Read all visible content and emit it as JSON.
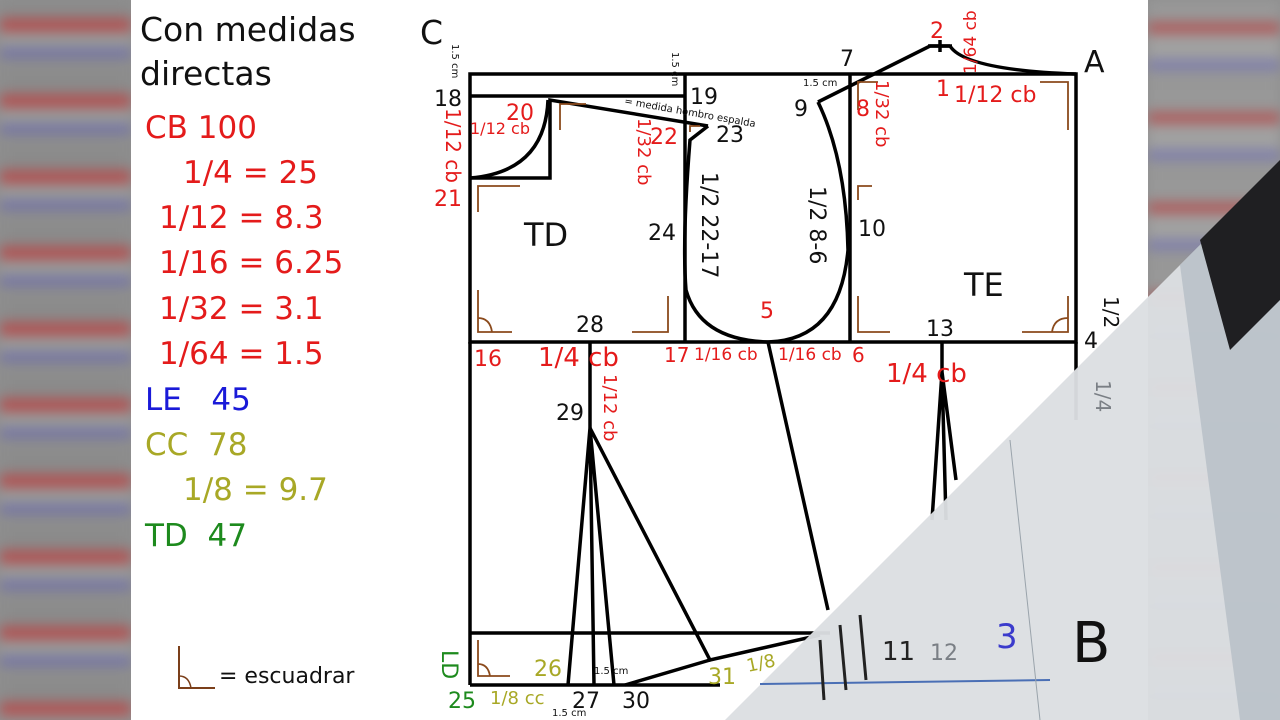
{
  "legend": {
    "title_line1": "Con medidas",
    "title_line2": "directas",
    "cb": "CB 100",
    "q4": "1/4 = 25",
    "q12": "1/12 = 8.3",
    "q16": "1/16 = 6.25",
    "q32": "1/32 = 3.1",
    "q64": "1/64 = 1.5",
    "le": "LE   45",
    "cc": "CC  78",
    "q8": "1/8 = 9.7",
    "td": "TD  47",
    "escuadrar": "= escuadrar"
  },
  "pattern": {
    "C": "C",
    "A": "A",
    "B": "B",
    "LD": "LD",
    "p18": "18",
    "p19": "19",
    "p20": "20",
    "p21": "21",
    "p22": "22",
    "p23": "23",
    "p24": "24",
    "p25": "25",
    "p26": "26",
    "p27": "27",
    "p28": "28",
    "p29": "29",
    "p30": "30",
    "p31": "31",
    "p1": "1",
    "p2": "2",
    "p4": "4",
    "p5": "5",
    "p6": "6",
    "p7": "7",
    "p8": "8",
    "p9": "9",
    "p10": "10",
    "p13": "13",
    "p16": "16",
    "p17": "17",
    "p3": "3",
    "p11": "11",
    "p12": "12",
    "TD": "TD",
    "TE": "TE",
    "cm15": "1.5 cm",
    "f12cb": "1/12 cb",
    "f32cb": "1/32 cb",
    "f64cb": "1/64 cb",
    "f4cb": "1/4 cb",
    "f16cb": "1/16 cb",
    "f8cc": "1/8 cc",
    "f18": "1/8",
    "half2217": "1/2 22-17",
    "half86": "1/2 8-6",
    "hombro": "= medida hombro espalda",
    "f14": "1/4",
    "f12": "1/2"
  }
}
